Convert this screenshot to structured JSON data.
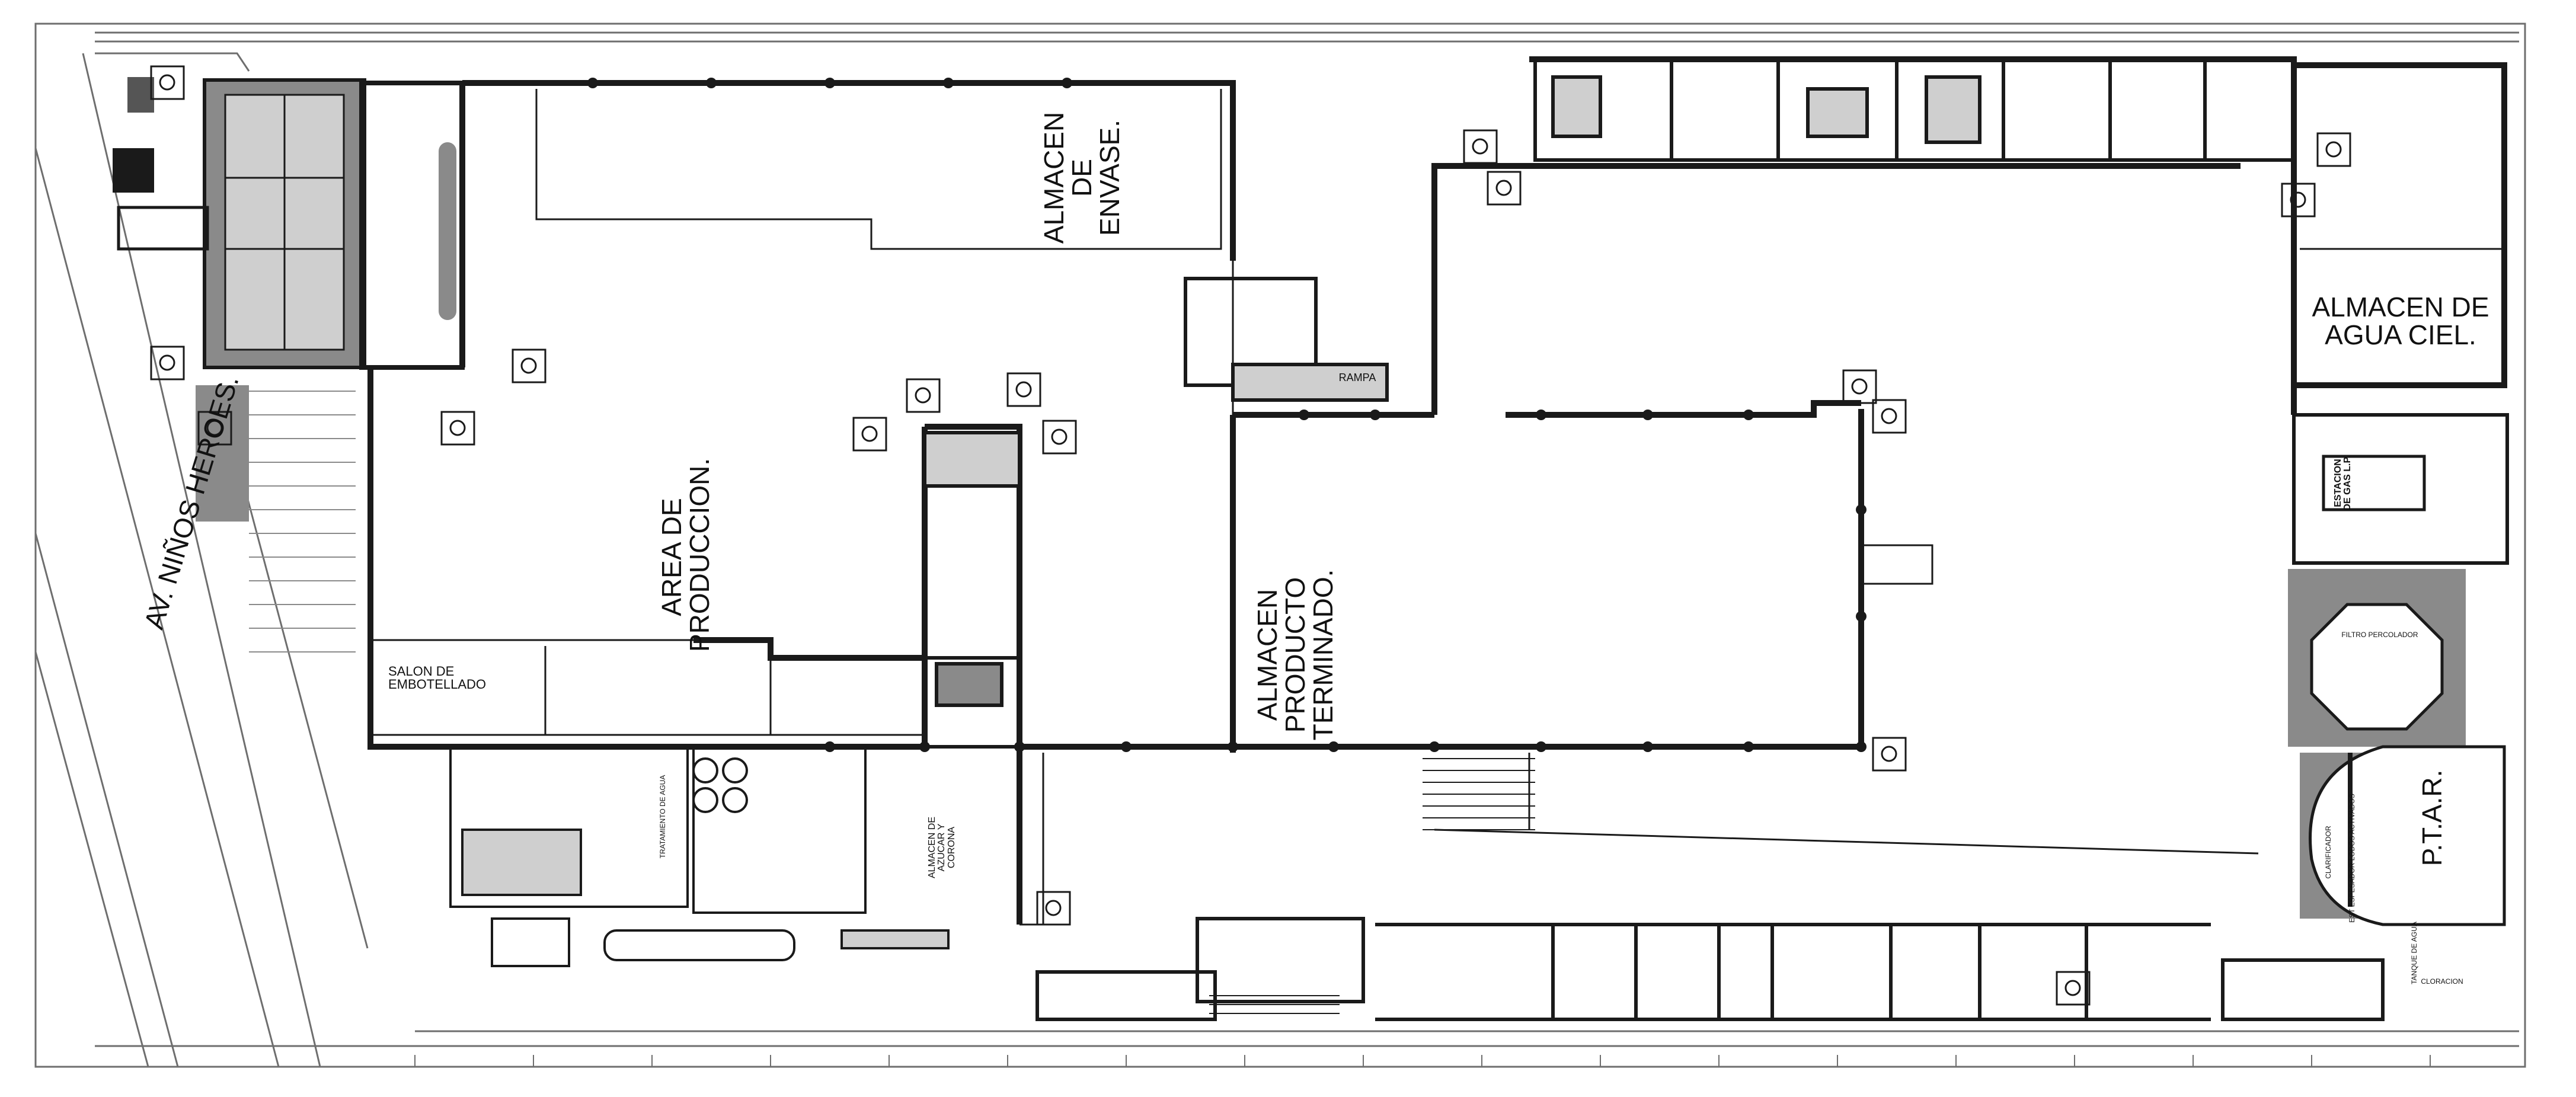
{
  "plan": {
    "rooms": {
      "almacen_envase": "ALMACEN\nDE\nENVASE.",
      "almacen_agua": "ALMACEN DE\nAGUA CIEL.",
      "area_produccion": "AREA DE\nPRODUCCION.",
      "almacen_producto": "ALMACEN\nPRODUCTO\nTERMINADO.",
      "salon_embotellado": "SALON DE\nEMBOTELLADO",
      "almacen_azucar": "ALMACEN DE\nAZUCAR Y\nCORONA",
      "ptar": "P.T.A.R.",
      "estacion_gas": "ESTACION\nDE GAS L.P.",
      "rampa": "RAMPA"
    },
    "streets": {
      "av_ninos_heroes": "AV. NIÑOS HEROES."
    },
    "small_labels": {
      "tratamiento_agua": "TRATAMIENTO DE AGUA",
      "clarificador": "CLARIFICADOR",
      "lodos": "EST ESPESADOR LODOS ACTIVADOS",
      "cloracion": "CLORACION",
      "tanque": "TANQUE DE AGUA",
      "filtro": "FILTRO PERCOLADOR"
    },
    "colors": {
      "wall": "#1a1a1a",
      "thin_line": "#6e6e6e",
      "fill_gray": "#8a8a8a",
      "light_gray": "#cfcfcf",
      "background": "#ffffff"
    }
  }
}
